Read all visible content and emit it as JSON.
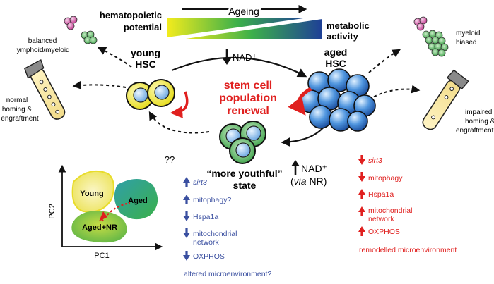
{
  "ageing": {
    "label": "Ageing"
  },
  "top": {
    "hematopoietic": "hematopoietic",
    "potential": "potential",
    "metabolic": "metabolic",
    "activity": "activity"
  },
  "left": {
    "balanced_1": "balanced",
    "balanced_2": "lymphoid/myeloid",
    "normal_1": "normal",
    "normal_2": "homing &",
    "normal_3": "engraftment"
  },
  "right": {
    "myeloid_1": "myeloid",
    "myeloid_2": "biased",
    "impaired_1": "impaired",
    "impaired_2": "homing &",
    "impaired_3": "engraftment"
  },
  "center": {
    "nad_top": "NAD⁺",
    "young_1": "young",
    "young_2": "HSC",
    "aged_1": "aged",
    "aged_2": "HSC",
    "renewal_1": "stem cell",
    "renewal_2": "population",
    "renewal_3": "renewal",
    "youthful_1": "“more youthful”",
    "youthful_2": "state",
    "nad_bottom": "NAD⁺",
    "via_nr_open": "(",
    "via_nr_via": "via",
    "via_nr_rest": " NR)",
    "unknown": "??"
  },
  "pca": {
    "ylabel": "PC2",
    "xlabel": "PC1",
    "young": "Young",
    "aged": "Aged",
    "aged_nr": "Aged+NR"
  },
  "nr_changes": {
    "color": "#3a4fa0",
    "items": [
      {
        "dir": "up",
        "label": "sirt3",
        "italic": true
      },
      {
        "dir": "up",
        "label": "mitophagy?"
      },
      {
        "dir": "down",
        "label": "Hspa1a"
      },
      {
        "dir": "down",
        "label": "mitochondrial",
        "label2": "network"
      },
      {
        "dir": "down",
        "label": "OXPHOS"
      },
      {
        "dir": "none",
        "label": "altered microenvironment?"
      }
    ]
  },
  "aged_changes": {
    "color": "#e0201f",
    "items": [
      {
        "dir": "down",
        "label": "sirt3",
        "italic": true
      },
      {
        "dir": "down",
        "label": "mitophagy"
      },
      {
        "dir": "up",
        "label": "Hspa1a"
      },
      {
        "dir": "up",
        "label": "mitochondrial",
        "label2": "network"
      },
      {
        "dir": "up",
        "label": "OXPHOS"
      },
      {
        "dir": "none",
        "label": "remodelled microenvironment"
      }
    ]
  },
  "colors": {
    "red": "#e0201f",
    "blue_text": "#3a4fa0",
    "yellow_cell": "#f2ea3a",
    "blue_cell": "#3b7fd1",
    "green_cell": "#3fa94a"
  }
}
